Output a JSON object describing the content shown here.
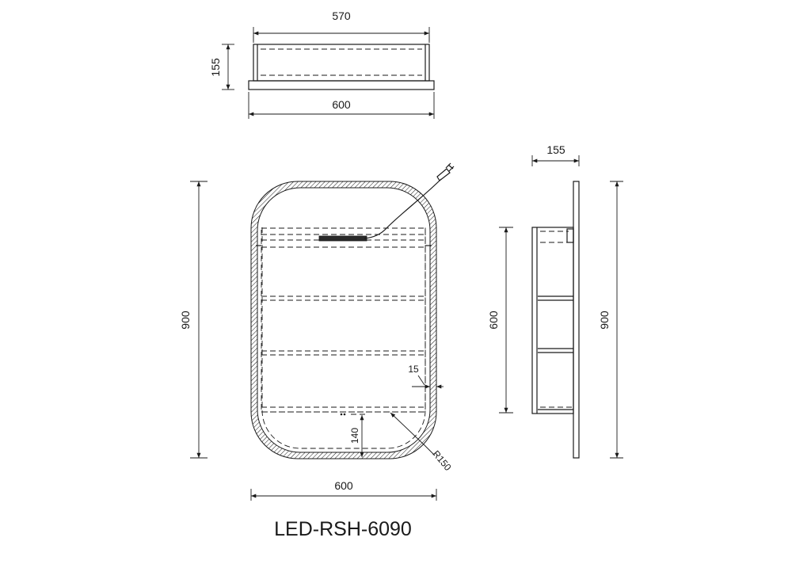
{
  "title": "LED-RSH-6090",
  "top_view": {
    "inner_width": "570",
    "depth": "155",
    "outer_width": "600"
  },
  "front_view": {
    "height": "900",
    "width": "600",
    "frame_thickness": "15",
    "bottom_offset": "140",
    "corner_radius": "R150"
  },
  "side_view": {
    "depth": "155",
    "cabinet_height": "600",
    "total_height": "900"
  }
}
